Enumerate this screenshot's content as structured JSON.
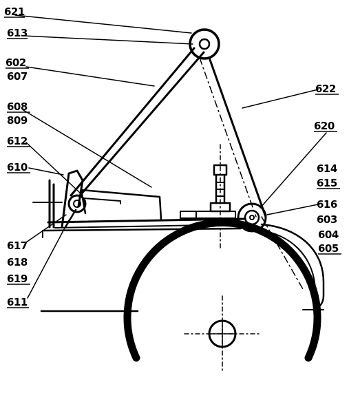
{
  "labels": {
    "l621": "621",
    "l613": "613",
    "l602": "602",
    "l607": "607",
    "l608": "608",
    "l809": "809",
    "l612": "612",
    "l610": "610",
    "l617": "617",
    "l618": "618",
    "l619": "619",
    "l611": "611",
    "l622": "622",
    "l620": "620",
    "l614": "614",
    "l615": "615",
    "l616": "616",
    "l603": "603",
    "l604": "604",
    "l605": "605"
  },
  "colors": {
    "ink": "#000000",
    "paper": "#ffffff"
  }
}
